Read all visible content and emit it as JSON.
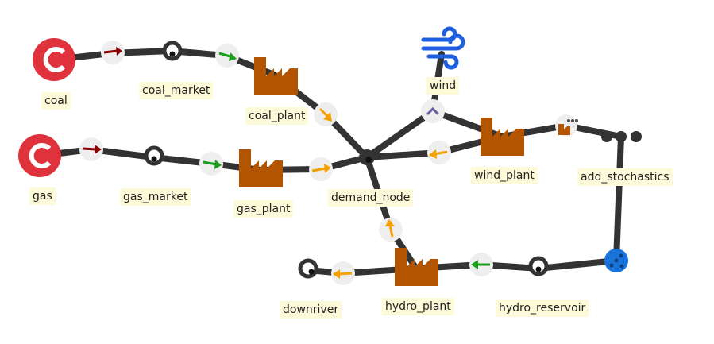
{
  "nodes": {
    "coal": "coal",
    "coal_market": "coal_market",
    "coal_plant": "coal_plant",
    "gas": "gas",
    "gas_market": "gas_market",
    "gas_plant": "gas_plant",
    "demand_node": "demand_node",
    "wind": "wind",
    "wind_plant": "wind_plant",
    "add_stochastics": "add_stochastics",
    "hydro_plant": "hydro_plant",
    "hydro_reservoir": "hydro_reservoir",
    "downriver": "downriver"
  },
  "colors": {
    "edge": "#333333",
    "source_red": "#e0323c",
    "factory": "#b35400",
    "arrow_red": "#8b0000",
    "arrow_green": "#1a9e1a",
    "arrow_orange": "#f5a000",
    "wind_blue": "#1e5fe0",
    "stochastic_blue": "#1a73d9",
    "label_bg": "#fcfad8",
    "bubble": "#eeeeee"
  },
  "icons": {
    "source": "commodity-source-icon",
    "market": "market-ring-icon",
    "plant": "factory-icon",
    "wind": "wind-icon",
    "stochastic": "stochastic-dice-icon",
    "junction": "junction-icon"
  }
}
